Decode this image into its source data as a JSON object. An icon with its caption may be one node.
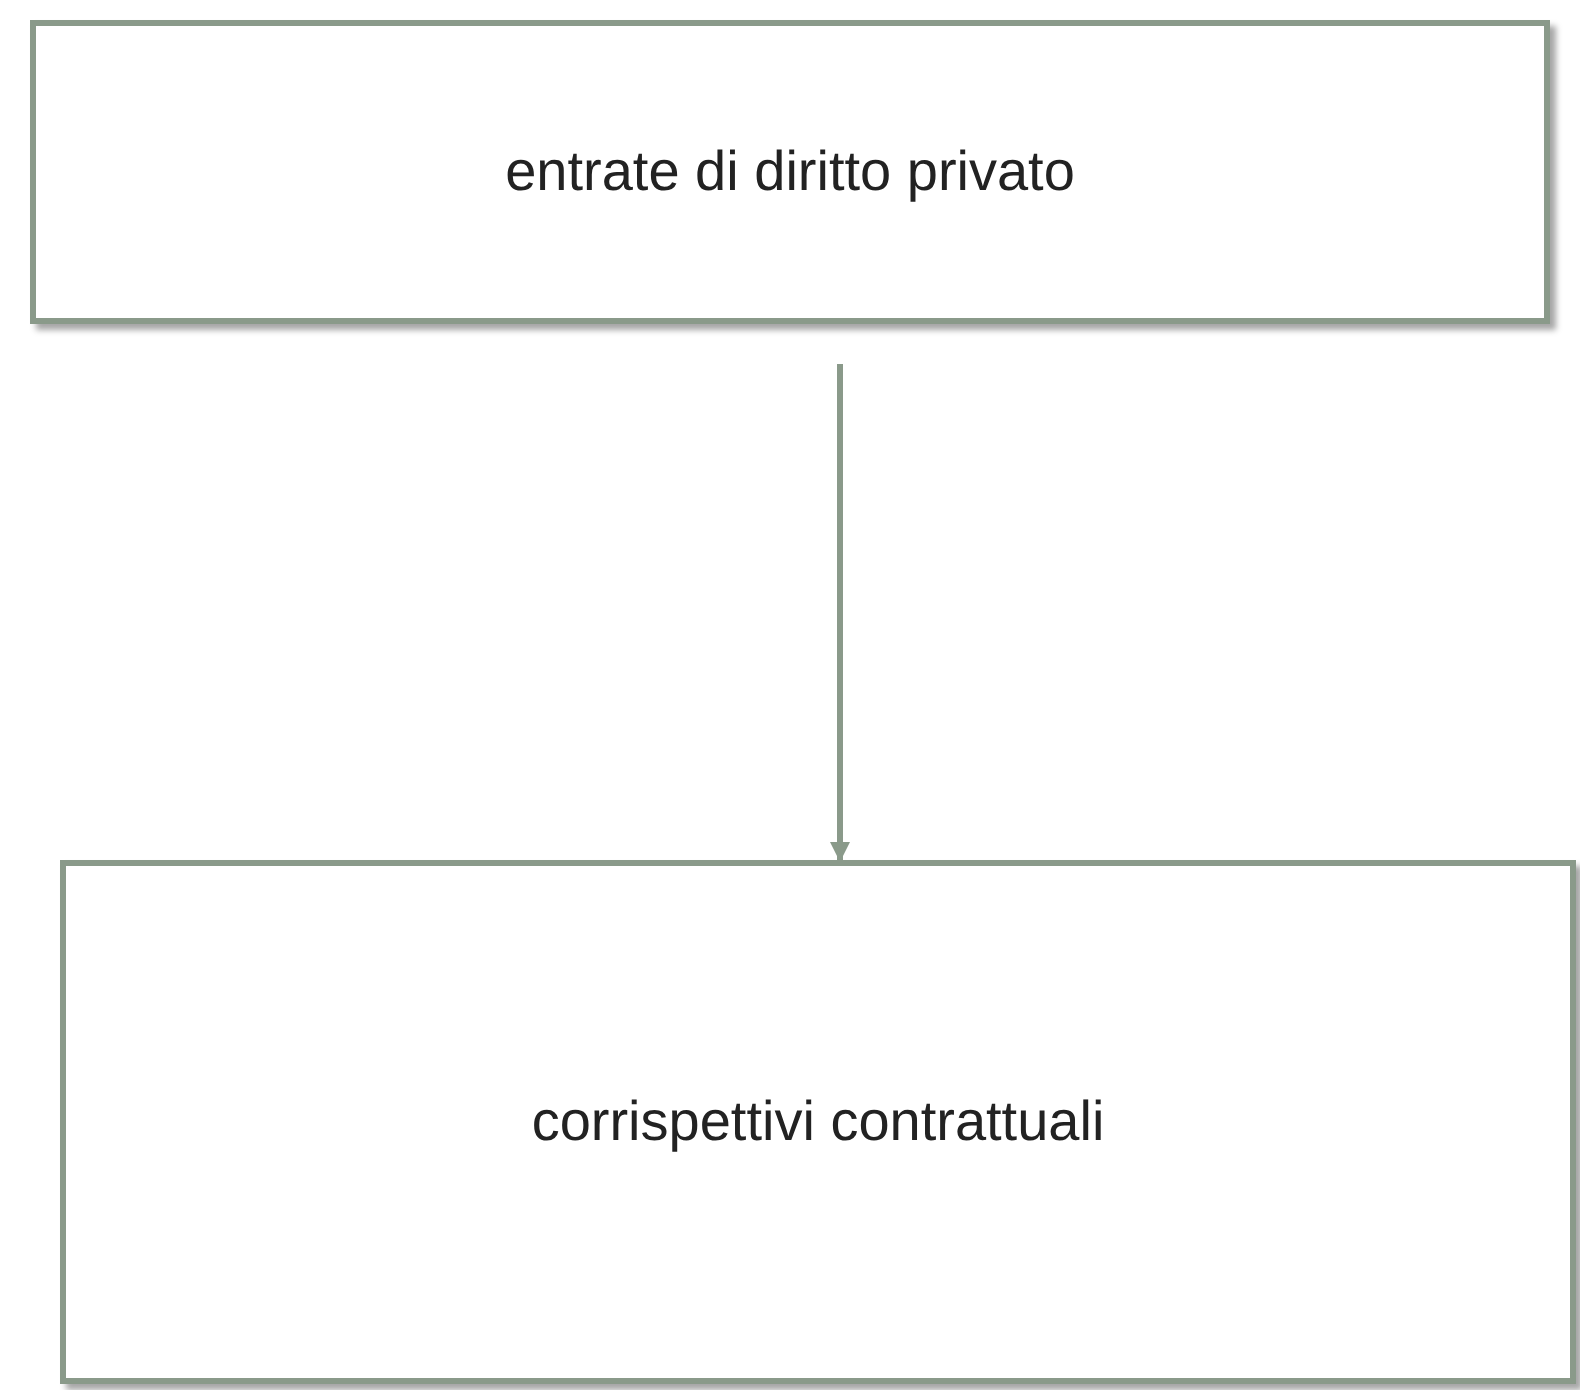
{
  "diagram": {
    "nodes": [
      {
        "text": [
          "entrate di diritto privato"
        ]
      },
      {
        "text": [
          "corrispettivi contrattuali"
        ]
      }
    ],
    "edges": [
      {
        "from": 0,
        "to": 1,
        "arrow": "to"
      }
    ]
  }
}
